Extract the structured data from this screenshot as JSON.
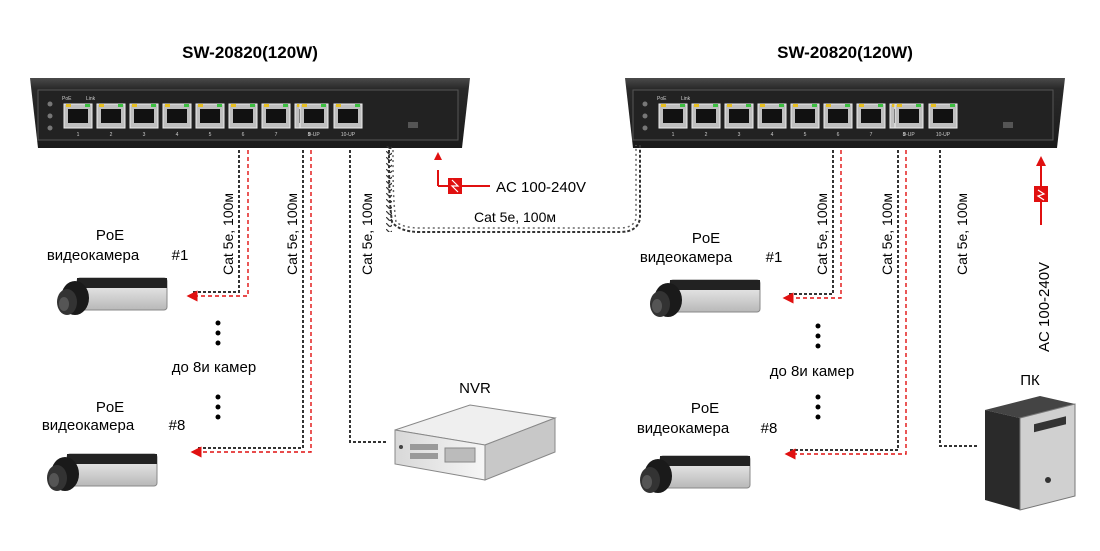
{
  "switch_left": {
    "model": "SW-20820(120W)",
    "led_labels": [
      "PoE",
      "Link"
    ],
    "port_numbers": [
      "1",
      "2",
      "3",
      "4",
      "5",
      "6",
      "7",
      "8",
      "9-UP",
      "10-UP"
    ]
  },
  "switch_right": {
    "model": "SW-20820(120W)",
    "led_labels": [
      "PoE",
      "Link"
    ],
    "port_numbers": [
      "1",
      "2",
      "3",
      "4",
      "5",
      "6",
      "7",
      "8",
      "9-UP",
      "10-UP"
    ]
  },
  "power_left": "AC 100-240V",
  "power_right": "AC 100-240V",
  "uplink_cable": "Cat 5e, 100м",
  "left_cables": [
    "Cat 5e, 100м",
    "Cat 5e, 100м",
    "Cat 5e, 100м"
  ],
  "right_cables": [
    "Cat 5e, 100м",
    "Cat 5e, 100м",
    "Cat 5e, 100м"
  ],
  "left_camera_1": {
    "line1": "PoE",
    "line2": "видеокамера",
    "num": "#1"
  },
  "left_camera_8": {
    "line1": "PoE",
    "line2": "видеокамера",
    "num": "#8"
  },
  "right_camera_1": {
    "line1": "PoE",
    "line2": "видеокамера",
    "num": "#1"
  },
  "right_camera_8": {
    "line1": "PoE",
    "line2": "видеокамера",
    "num": "#8"
  },
  "left_camera_count": "до 8и камер",
  "right_camera_count": "до 8и камер",
  "nvr_label": "NVR",
  "pc_label": "ПК",
  "colors": {
    "accent_red": "#e01010",
    "switch_body": "#2b2b2b",
    "cable": "#444444"
  }
}
